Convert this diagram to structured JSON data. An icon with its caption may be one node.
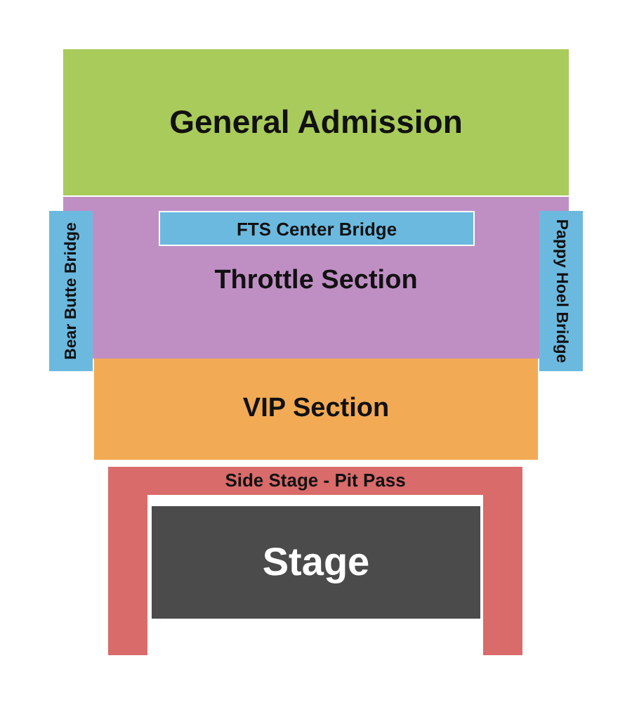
{
  "diagram": {
    "nodes": [
      {
        "text": [
          "General Admission"
        ]
      },
      {
        "text": [
          "Throttle Section"
        ]
      },
      {
        "text": [
          "FTS Center Bridge"
        ],
        "in": 1
      },
      {
        "text": [
          "Bear Butte Bridge"
        ]
      },
      {
        "text": [
          "Pappy Hoel Bridge"
        ]
      },
      {
        "text": [
          "VIP Section"
        ]
      },
      {
        "text": [
          "Side Stage - Pit Pass"
        ]
      },
      {
        "text": [
          "Stage"
        ]
      }
    ]
  }
}
